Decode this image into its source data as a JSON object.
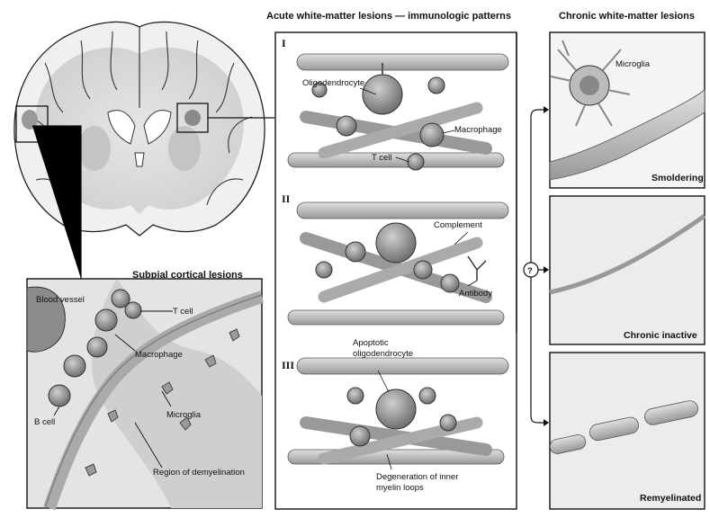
{
  "headings": {
    "acute": "Acute white-matter lesions — immunologic patterns",
    "chronic": "Chronic white-matter lesions",
    "subpial": "Subpial cortical lesions"
  },
  "patterns": {
    "p1": "I",
    "p2": "II",
    "p3": "III"
  },
  "labels": {
    "oligodendrocyte": "Oligodendrocyte",
    "macrophage_acute": "Macrophage",
    "t_cell_acute": "T cell",
    "complement": "Complement",
    "antibody": "Antibody",
    "apoptotic_oligo": "Apoptotic oligodendrocyte",
    "degeneration": "Degeneration of inner myelin loops",
    "microglia_chronic": "Microglia",
    "blood_vessel": "Blood vessel",
    "t_cell_subpial": "T cell",
    "macrophage_subpial": "Macrophage",
    "b_cell": "B cell",
    "microglia_subpial": "Microglia",
    "region_demyelination": "Region of demyelination"
  },
  "chronic_panels": {
    "smoldering": "Smoldering",
    "inactive": "Chronic inactive",
    "remyelinated": "Remyelinated"
  },
  "question_mark": "?",
  "colors": {
    "tissue": "#d6d6d6",
    "axon": "#bdbdbd",
    "cell": "#8f8f8f",
    "outline": "#1a1a1a"
  }
}
